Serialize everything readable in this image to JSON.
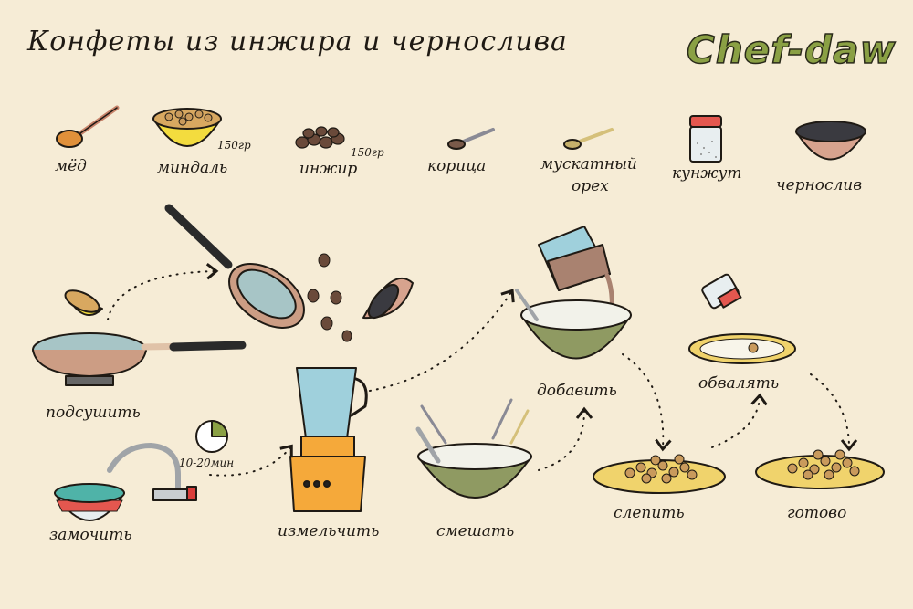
{
  "title": "Конфеты из инжира и чернослива",
  "brand": "Chef-daw",
  "ingredients": {
    "honey": "мёд",
    "almond": "миндаль",
    "almond_qty": "150гр",
    "fig": "инжир",
    "fig_qty": "150гр",
    "cinnamon": "корица",
    "nutmeg_1": "мускатный",
    "nutmeg_2": "орех",
    "sesame": "кунжут",
    "prunes": "чернослив"
  },
  "steps": {
    "dry": "подсушить",
    "soak": "замочить",
    "soak_time": "10-20мин",
    "grind": "измельчить",
    "mix": "смешать",
    "add": "добавить",
    "shape": "слепить",
    "roll": "обвалять",
    "done": "готово"
  },
  "colors": {
    "background": "#f6ecd6",
    "brand": "#8aa044",
    "bowl_yellow": "#f3dc3e",
    "bowl_green": "#8f9a62",
    "pan": "#a7c5c6",
    "blender_orange": "#f5a93a",
    "blender_glass": "#9fd0dc",
    "nuts": "#c99a5c",
    "plate": "#f0d36c"
  }
}
